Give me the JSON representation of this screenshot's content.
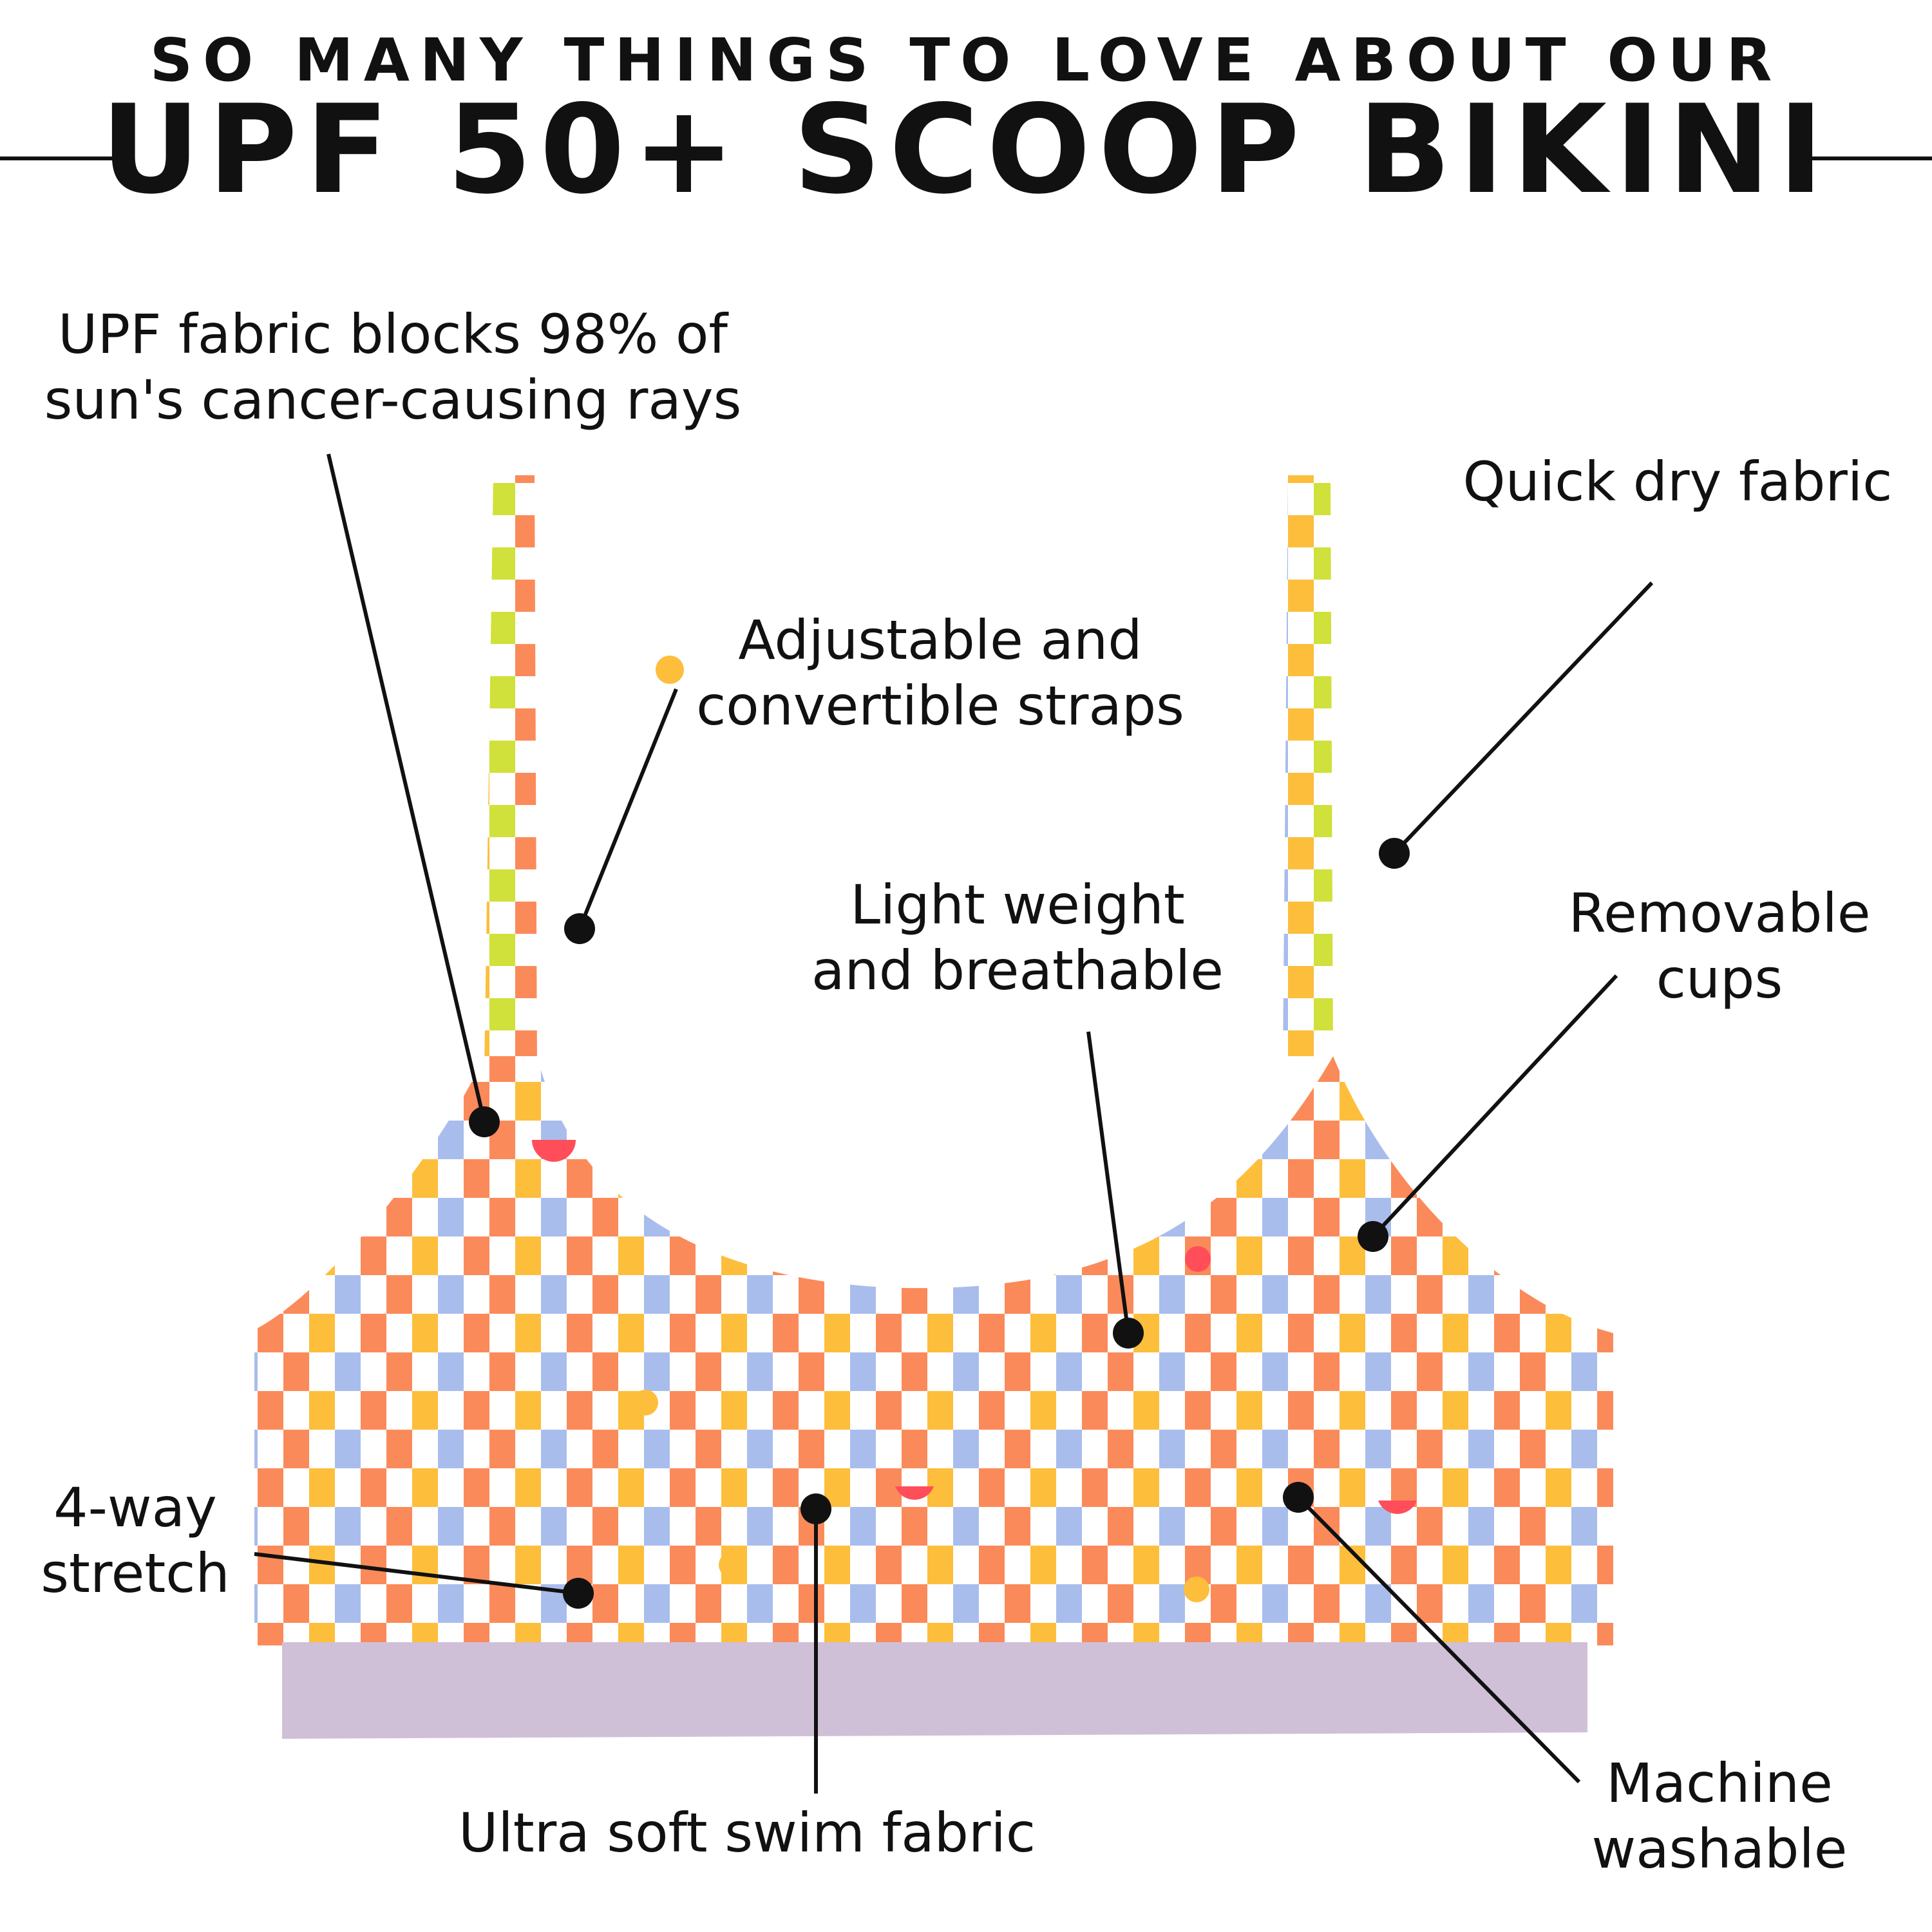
{
  "headline": {
    "kicker": "SO MANY THINGS TO LOVE ABOUT OUR",
    "title": "UPF 50+ SCOOP BIKINI"
  },
  "callouts": {
    "upf": [
      "UPF fabric blocks 98% of",
      "sun's cancer-causing rays"
    ],
    "straps": [
      "Adjustable and",
      "convertible straps"
    ],
    "quick_dry": [
      "Quick dry fabric"
    ],
    "light": [
      "Light weight",
      "and breathable"
    ],
    "cups": [
      "Removable",
      "cups"
    ],
    "stretch": [
      "4-way",
      "stretch"
    ],
    "soft": [
      "Ultra soft swim fabric"
    ],
    "washable": [
      "Machine",
      "washable"
    ]
  },
  "colors": {
    "ink": "#111111",
    "band": "#cfc0d8",
    "check_orange": "#fb8a5a",
    "check_yellow": "#fdbe3c",
    "check_lime": "#cfe13a",
    "check_blue": "#a9bdec",
    "check_white": "#ffffff"
  }
}
